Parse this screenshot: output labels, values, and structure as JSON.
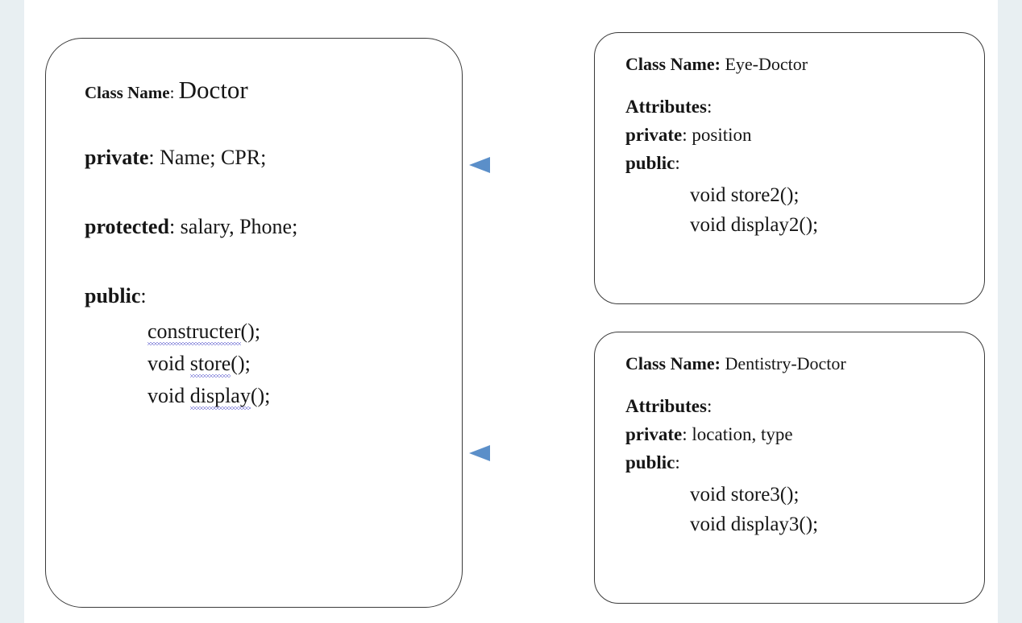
{
  "page": {
    "background_color": "#e8eff2",
    "sheet_color": "#ffffff",
    "border_color": "#3a3a3a",
    "arrow_color": "#5b8fc9"
  },
  "main_class": {
    "class_label": "Class Name",
    "class_separator": ":",
    "class_value": "Doctor",
    "private_label": "private",
    "private_separator": ":",
    "private_value": "Name; CPR;",
    "protected_label": "protected",
    "protected_separator": ":",
    "protected_value": "salary, Phone;",
    "public_label": "public",
    "public_separator": ":",
    "methods": [
      {
        "prefix": "",
        "name": "constructer",
        "suffix": "();",
        "misspelled": true
      },
      {
        "prefix": "void ",
        "name": "store",
        "suffix": "();",
        "misspelled": true
      },
      {
        "prefix": "void ",
        "name": "display",
        "suffix": "();",
        "misspelled": true
      }
    ]
  },
  "eye_class": {
    "class_label": "Class Name:",
    "class_value": " Eye-Doctor",
    "attributes_label": "Attributes",
    "attributes_separator": ":",
    "private_label": "private",
    "private_separator": ":",
    "private_value": " position",
    "public_label": "public",
    "public_separator": ":",
    "methods": [
      "void store2();",
      "void display2();"
    ]
  },
  "dentistry_class": {
    "class_label": "Class Name:",
    "class_value": " Dentistry-Doctor",
    "attributes_label": "Attributes",
    "attributes_separator": ":",
    "private_label": "private",
    "private_separator": ":",
    "private_value": " location, type",
    "public_label": "public",
    "public_separator": ":",
    "methods": [
      "void store3();",
      "void display3();"
    ]
  },
  "relations": [
    {
      "name": "eye-doctor-inherits-doctor",
      "from": "Eye-Doctor",
      "to": "Doctor",
      "style": "arrow-left"
    },
    {
      "name": "dentistry-doctor-inherits-doctor",
      "from": "Dentistry-Doctor",
      "to": "Doctor",
      "style": "arrow-left"
    }
  ]
}
